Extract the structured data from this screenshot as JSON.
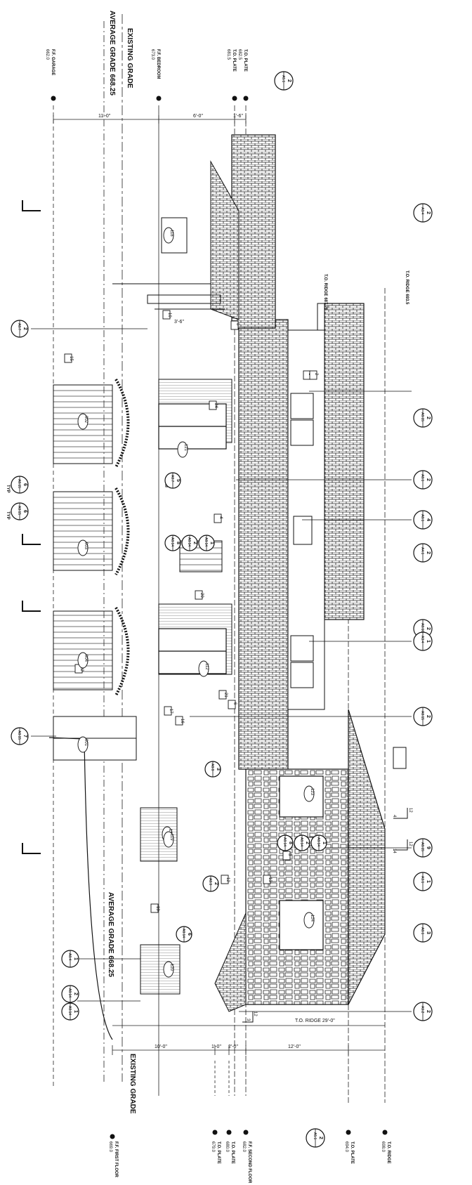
{
  "vertical_labels": {
    "average_grade_top": "AVERAGE GRADE 668.25",
    "existing_grade_top": "EXISTING GRADE",
    "average_grade_bottom": "AVERAGE GRADE 668.25",
    "existing_grade_bottom": "EXISTING GRADE"
  },
  "top_elevations": [
    {
      "label": "F.F. GARAGE",
      "value": "662.0"
    },
    {
      "label": "F.F. BEDROOM",
      "value": "673.0"
    },
    {
      "label": "T.O. PLATE",
      "value": "681.5"
    },
    {
      "label": "T.O. PLATE",
      "value": "682.5"
    }
  ],
  "bottom_elevations": [
    {
      "label": "F.F. FIRST FLOOR",
      "value": "669.0"
    },
    {
      "label": "T.O. PLATE",
      "value": "679.0"
    },
    {
      "label": "T.O. PLATE",
      "value": "680.0"
    },
    {
      "label": "F.F. SECOND FLOOR",
      "value": "682.0"
    },
    {
      "label": "T.O. PLATE",
      "value": "694.0"
    },
    {
      "label": "T.O. RIDGE",
      "value": "698.0"
    }
  ],
  "ridge_labels": [
    {
      "label": "T.O. RIDGE",
      "value": "687.75"
    },
    {
      "label": "T.O. RIDGE",
      "value": "693.5"
    }
  ],
  "ridge_dimension": "T.O. RIDGE 29'-0\"",
  "top_dimensions": [
    "11'-0\"",
    "6'-0\"",
    "1'-6\""
  ],
  "bottom_dimensions": [
    "10'-0\"",
    "1'-0\"",
    "2'-0\"",
    "12'-0\""
  ],
  "other_dimensions": [
    "3'-6\""
  ],
  "detail_bubbles_right": [
    {
      "num": "2",
      "sheet": "A5.1"
    },
    {
      "num": "2",
      "sheet": "A3.4"
    },
    {
      "num": "2",
      "sheet": "A8.15"
    },
    {
      "num": "2",
      "sheet": "A8.1"
    },
    {
      "num": "4",
      "sheet": "A8.1"
    },
    {
      "num": "2",
      "sheet": "A4.1"
    },
    {
      "num": "2",
      "sheet": "A8.16"
    },
    {
      "num": "1",
      "sheet": "A3.4"
    },
    {
      "num": "2",
      "sheet": "A8.15"
    },
    {
      "num": "9",
      "sheet": "A8.15"
    },
    {
      "num": "1",
      "sheet": "A3.1"
    },
    {
      "num": "3",
      "sheet": "A8.1"
    },
    {
      "num": "2",
      "sheet": "A9.2"
    },
    {
      "num": "2",
      "sheet": "A5.1"
    }
  ],
  "detail_bubbles_left": [
    {
      "num": "2",
      "sheet": "A8.7"
    },
    {
      "num": "6",
      "sheet": "A8.15"
    },
    {
      "num": "6",
      "sheet": "A8.15"
    },
    {
      "num": "7",
      "sheet": "A8.15"
    },
    {
      "num": "1",
      "sheet": "A8.4"
    },
    {
      "num": "2",
      "sheet": "A8.14"
    },
    {
      "num": "1",
      "sheet": "A8.14"
    }
  ],
  "typ_labels": [
    "TYP",
    "TYP"
  ],
  "interior_bubbles": [
    {
      "num": "5",
      "sheet": "A8.7"
    },
    {
      "num": "8",
      "sheet": "A8.14"
    },
    {
      "num": "2",
      "sheet": "A8.14"
    },
    {
      "num": "1",
      "sheet": "A8.14"
    },
    {
      "num": "3",
      "sheet": "A8.8"
    },
    {
      "num": "2",
      "sheet": "A8.9"
    },
    {
      "num": "6",
      "sheet": "A8.14"
    },
    {
      "num": "8",
      "sheet": "A8.14"
    },
    {
      "num": "2",
      "sheet": "A8.14"
    },
    {
      "num": "1",
      "sheet": "A8.14"
    }
  ],
  "tags": [
    "1",
    "2",
    "3",
    "4",
    "6",
    "8",
    "9",
    "10",
    "11",
    "12",
    "13",
    "15",
    "16",
    "17",
    "19",
    "20",
    "21",
    "22",
    "24"
  ],
  "door_window_marks": [
    "004",
    "003",
    "002",
    "001",
    "110",
    "112",
    "121",
    "123",
    "124",
    "118",
    "119",
    "120"
  ],
  "slopes": [
    "12",
    "4",
    "12",
    "14",
    "12",
    "3"
  ]
}
